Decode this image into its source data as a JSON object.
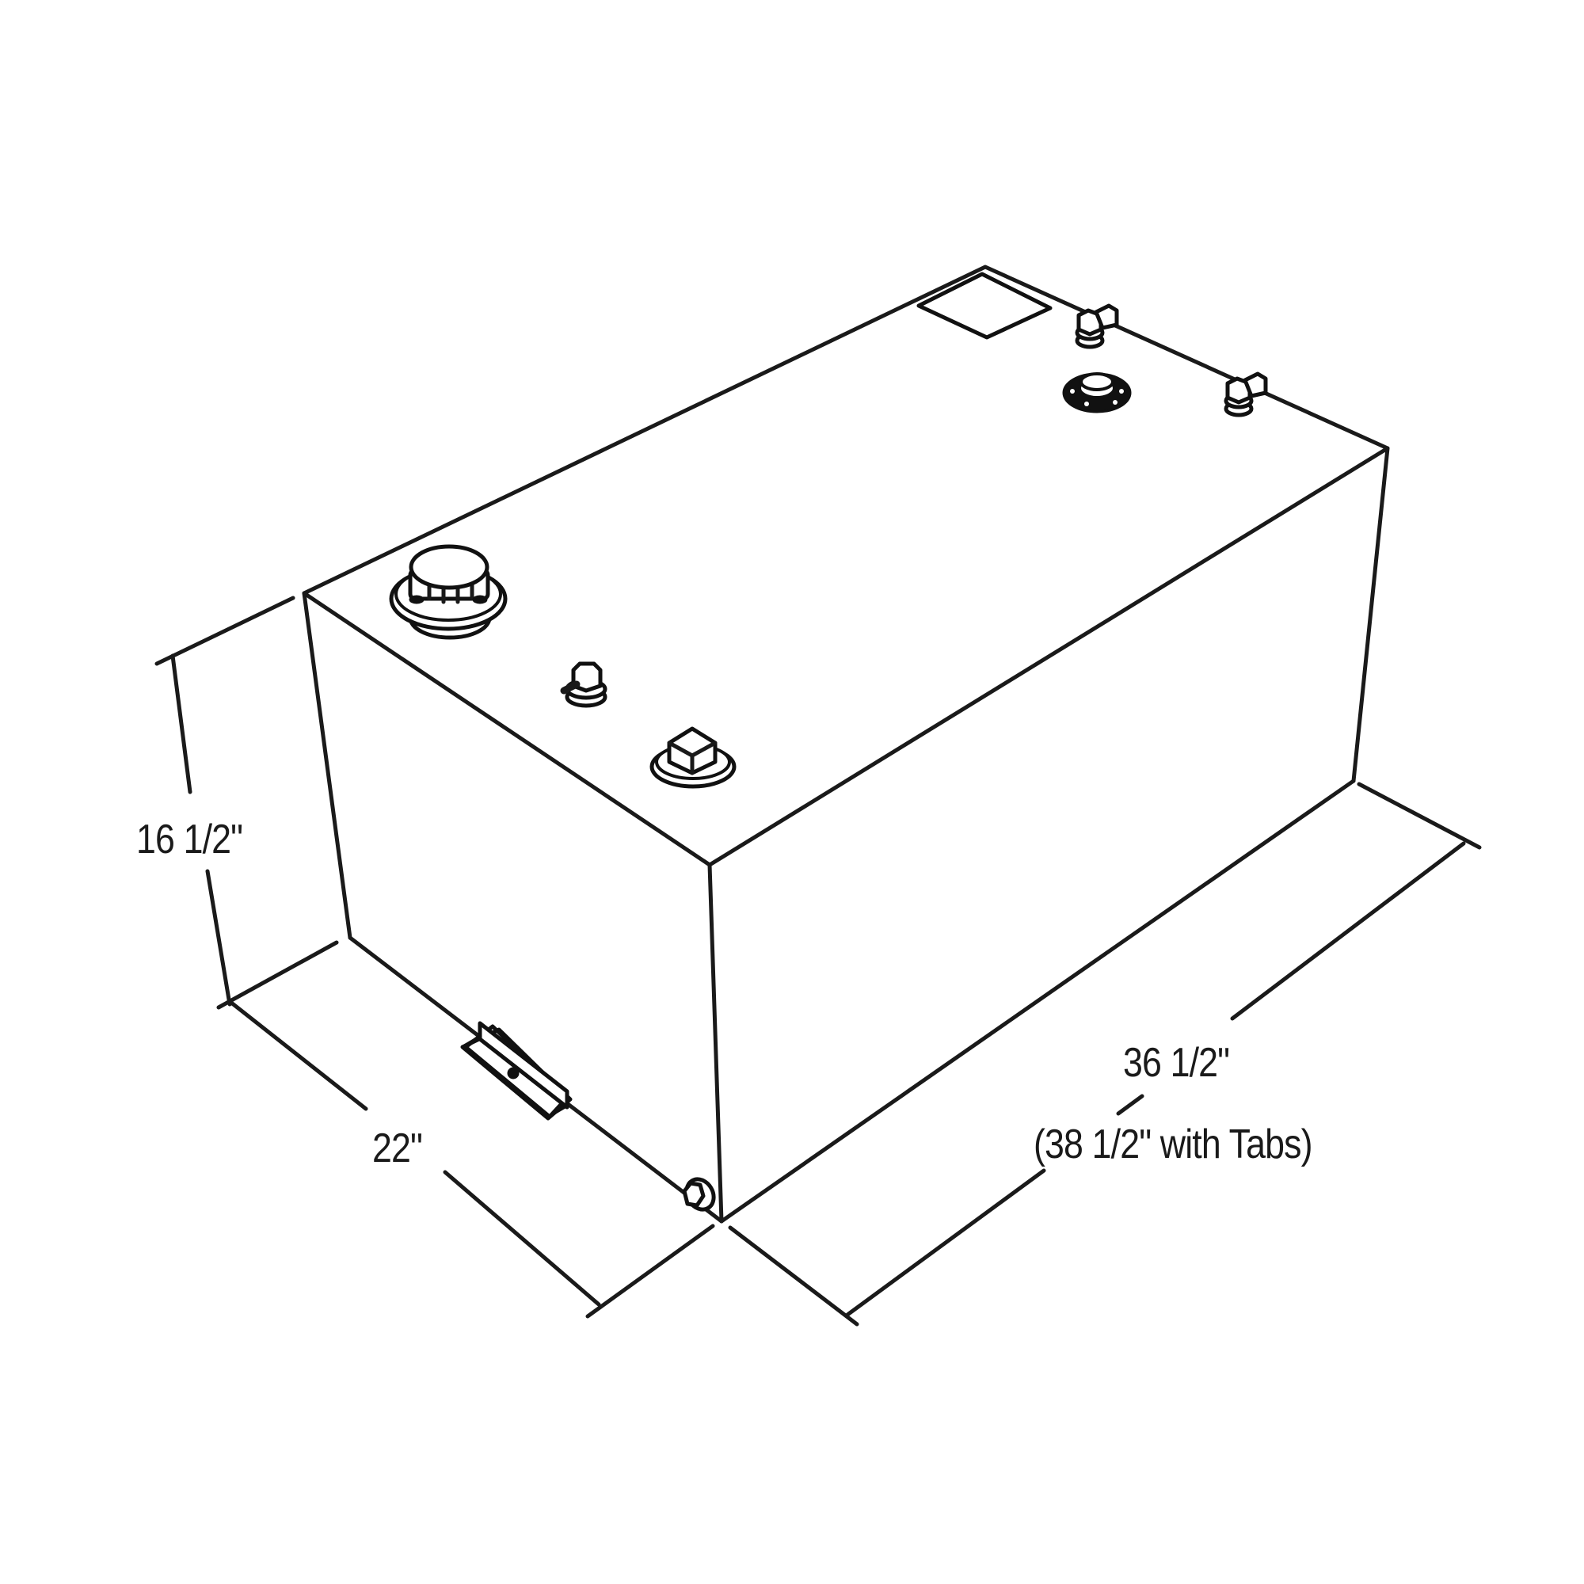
{
  "diagram": {
    "subject": "Rectangular fuel transfer tank (isometric line drawing)",
    "stroke_color": "#1a1a1a",
    "background": "#ffffff",
    "dimensions": {
      "height": "16 1/2\"",
      "width": "22\"",
      "length": "36 1/2\"",
      "length_with_tabs": "(38 1/2\" with Tabs)"
    },
    "components": [
      {
        "name": "fill-cap",
        "icon": "fuel-fill-cap-icon"
      },
      {
        "name": "vent-fitting-front",
        "icon": "vent-fitting-icon"
      },
      {
        "name": "square-plug",
        "icon": "square-plug-icon"
      },
      {
        "name": "access-plate",
        "icon": "access-plate-icon"
      },
      {
        "name": "elbow-fitting-1",
        "icon": "elbow-fitting-icon"
      },
      {
        "name": "elbow-fitting-2",
        "icon": "elbow-fitting-icon"
      },
      {
        "name": "flange-port",
        "icon": "flange-port-icon"
      },
      {
        "name": "mounting-tab",
        "icon": "mounting-tab-icon"
      },
      {
        "name": "drain-plug",
        "icon": "drain-plug-icon"
      }
    ]
  }
}
